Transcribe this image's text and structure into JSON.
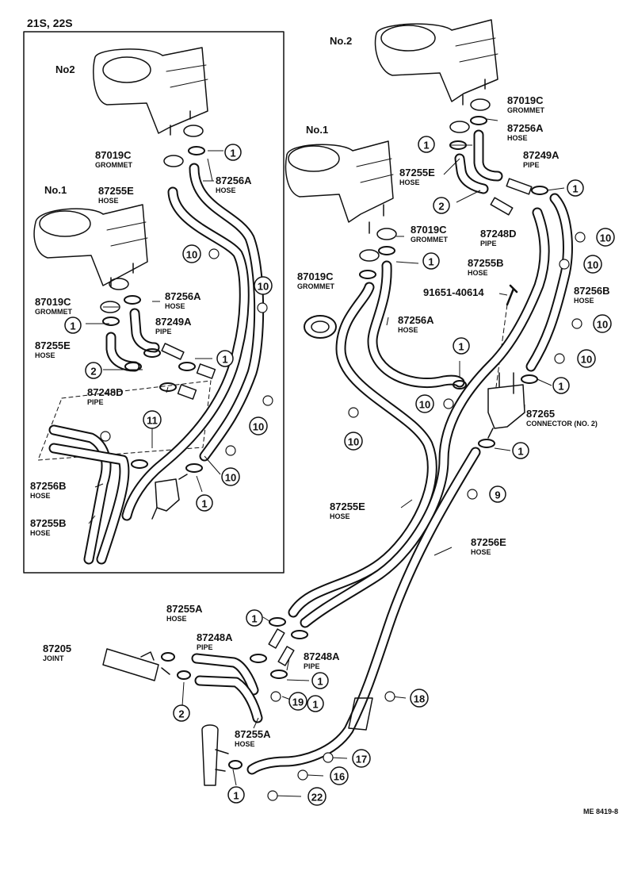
{
  "header": "21S, 22S",
  "footer_code": "ME 8419-8",
  "unit_labels": {
    "inset_no2": "No2",
    "inset_no1": "No.1",
    "main_no2": "No.2",
    "main_no1": "No.1"
  },
  "parts": [
    {
      "id": "inset-87019c-a",
      "number": "87019C",
      "desc": "GROMMET"
    },
    {
      "id": "inset-87256a",
      "number": "87256A",
      "desc": "HOSE"
    },
    {
      "id": "inset-87255e-a",
      "number": "87255E",
      "desc": "HOSE"
    },
    {
      "id": "inset-87019c-b",
      "number": "87019C",
      "desc": "GROMMET"
    },
    {
      "id": "inset-87256a-b",
      "number": "87256A",
      "desc": "HOSE"
    },
    {
      "id": "inset-87249a",
      "number": "87249A",
      "desc": "PIPE"
    },
    {
      "id": "inset-87255e-b",
      "number": "87255E",
      "desc": "HOSE"
    },
    {
      "id": "inset-87248d",
      "number": "87248D",
      "desc": "PIPE"
    },
    {
      "id": "inset-87256b",
      "number": "87256B",
      "desc": "HOSE"
    },
    {
      "id": "inset-87255b",
      "number": "87255B",
      "desc": "HOSE"
    },
    {
      "id": "main-87019c-a",
      "number": "87019C",
      "desc": "GROMMET"
    },
    {
      "id": "main-87256a-a",
      "number": "87256A",
      "desc": "HOSE"
    },
    {
      "id": "main-87249a",
      "number": "87249A",
      "desc": "PIPE"
    },
    {
      "id": "main-87255e-a",
      "number": "87255E",
      "desc": "HOSE"
    },
    {
      "id": "main-87248d",
      "number": "87248D",
      "desc": "PIPE"
    },
    {
      "id": "main-87019c-b",
      "number": "87019C",
      "desc": "GROMMET"
    },
    {
      "id": "main-87019c-c",
      "number": "87019C",
      "desc": "GROMMET"
    },
    {
      "id": "main-87255b",
      "number": "87255B",
      "desc": "HOSE"
    },
    {
      "id": "main-screw",
      "number": "91651-40614",
      "desc": ""
    },
    {
      "id": "main-87256b",
      "number": "87256B",
      "desc": "HOSE"
    },
    {
      "id": "main-87256a-b",
      "number": "87256A",
      "desc": "HOSE"
    },
    {
      "id": "main-87265",
      "number": "87265",
      "desc": "CONNECTOR (NO. 2)"
    },
    {
      "id": "main-87255e-b",
      "number": "87255E",
      "desc": "HOSE"
    },
    {
      "id": "main-87256e",
      "number": "87256E",
      "desc": "HOSE"
    },
    {
      "id": "lower-87255a-a",
      "number": "87255A",
      "desc": "HOSE"
    },
    {
      "id": "lower-87248a-a",
      "number": "87248A",
      "desc": "PIPE"
    },
    {
      "id": "lower-87248a-b",
      "number": "87248A",
      "desc": "PIPE"
    },
    {
      "id": "lower-87205",
      "number": "87205",
      "desc": "JOINT"
    },
    {
      "id": "lower-87255a-b",
      "number": "87255A",
      "desc": "HOSE"
    }
  ],
  "reference_markers": [
    {
      "id": "r1",
      "label": "1",
      "style": "circle"
    },
    {
      "id": "r2",
      "label": "1",
      "style": "circle"
    },
    {
      "id": "r3",
      "label": "1",
      "style": "circle"
    },
    {
      "id": "r4",
      "label": "2",
      "style": "circle"
    },
    {
      "id": "r5",
      "label": "1",
      "style": "circle"
    },
    {
      "id": "r6",
      "label": "1",
      "style": "circle"
    },
    {
      "id": "r7",
      "label": "1",
      "style": "circle"
    },
    {
      "id": "r8",
      "label": "2",
      "style": "circle"
    },
    {
      "id": "r9",
      "label": "1",
      "style": "circle"
    },
    {
      "id": "r10",
      "label": "1",
      "style": "circle"
    },
    {
      "id": "r11",
      "label": "1",
      "style": "circle"
    },
    {
      "id": "r12",
      "label": "1",
      "style": "circle"
    },
    {
      "id": "r13",
      "label": "1",
      "style": "circle"
    },
    {
      "id": "r14",
      "label": "1",
      "style": "circle"
    },
    {
      "id": "r15",
      "label": "2",
      "style": "circle"
    },
    {
      "id": "r16",
      "label": "1",
      "style": "circle"
    },
    {
      "id": "r17",
      "label": "1",
      "style": "circle"
    },
    {
      "id": "r18",
      "label": "10",
      "style": "circle"
    },
    {
      "id": "r19",
      "label": "10",
      "style": "circle"
    },
    {
      "id": "r20",
      "label": "11",
      "style": "circle"
    },
    {
      "id": "r21",
      "label": "10",
      "style": "circle"
    },
    {
      "id": "r22",
      "label": "10",
      "style": "circle"
    },
    {
      "id": "r23",
      "label": "10",
      "style": "circle"
    },
    {
      "id": "r24",
      "label": "10",
      "style": "circle"
    },
    {
      "id": "r25",
      "label": "10",
      "style": "circle"
    },
    {
      "id": "r26",
      "label": "10",
      "style": "circle"
    },
    {
      "id": "r27",
      "label": "10",
      "style": "circle"
    },
    {
      "id": "r28",
      "label": "10",
      "style": "circle"
    },
    {
      "id": "r29",
      "label": "9",
      "style": "circle"
    },
    {
      "id": "r30",
      "label": "19",
      "style": "circle"
    },
    {
      "id": "r31",
      "label": "18",
      "style": "circle"
    },
    {
      "id": "r32",
      "label": "17",
      "style": "circle"
    },
    {
      "id": "r33",
      "label": "16",
      "style": "circle"
    },
    {
      "id": "r34",
      "label": "22",
      "style": "circle"
    }
  ]
}
